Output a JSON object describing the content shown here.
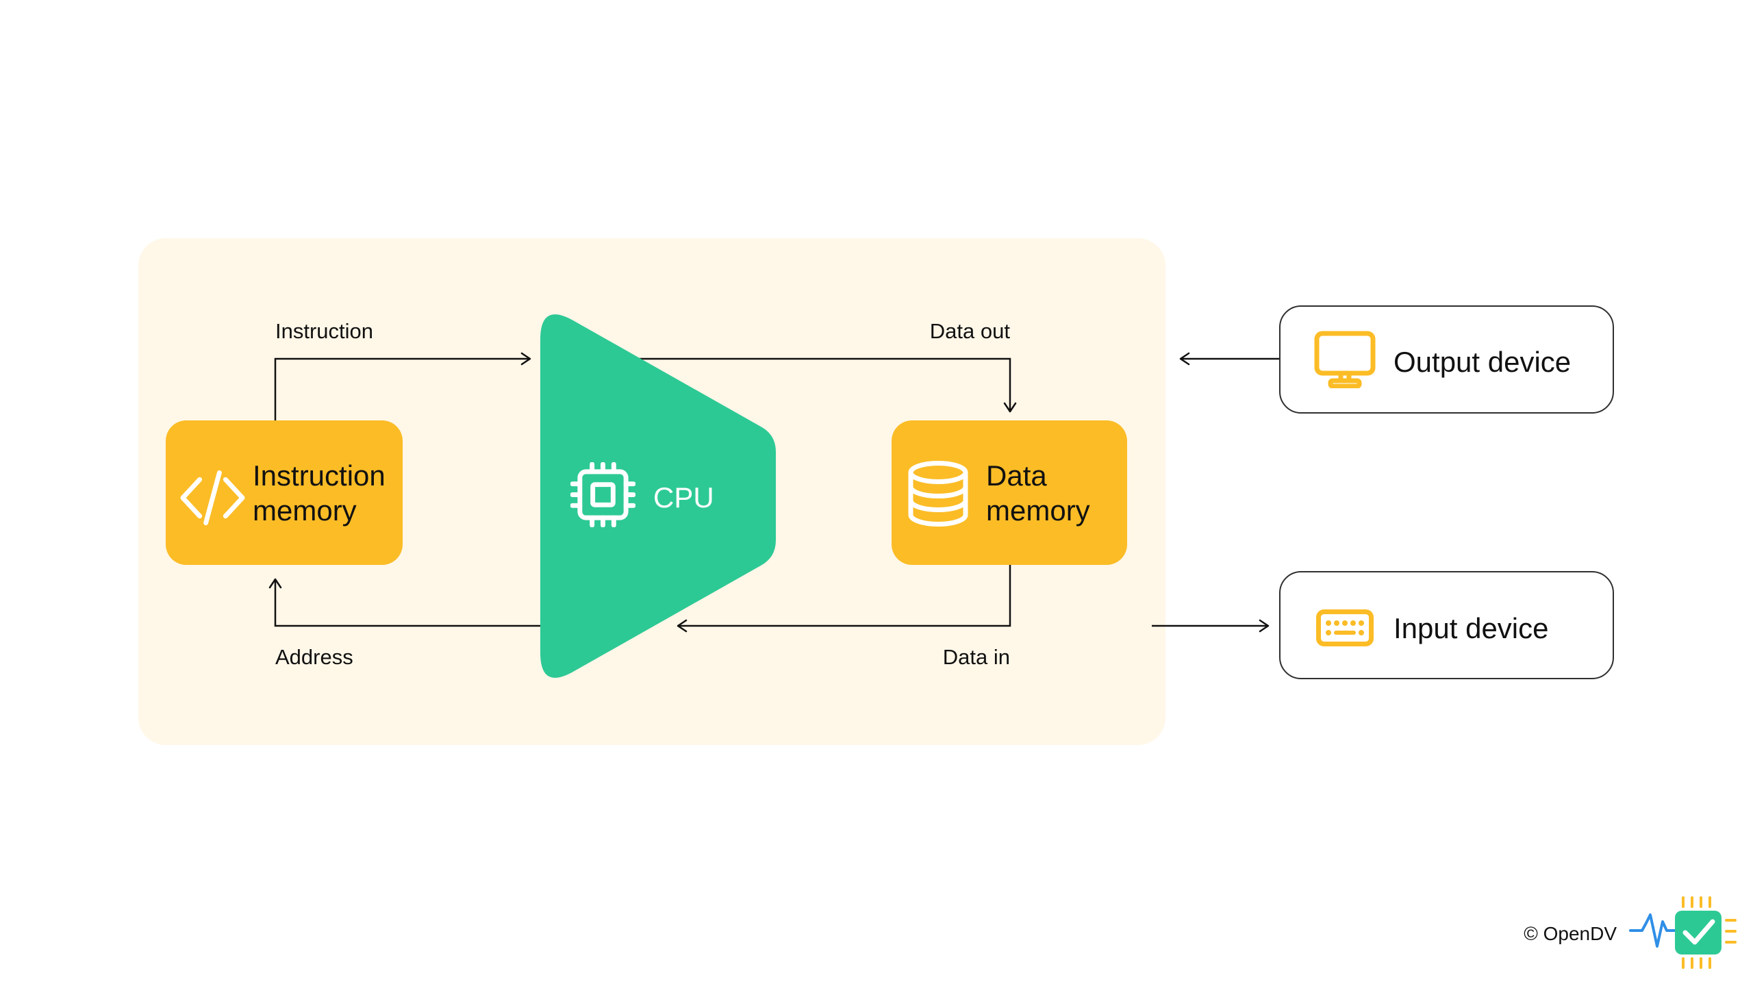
{
  "colors": {
    "page_background": "#FFFFFF",
    "system_background": "#FFF7E8",
    "memory_fill": "#FBBC26",
    "cpu_fill": "#2DC995",
    "device_border": "#2F2F2F",
    "device_icon": "#FBBC26",
    "connector": "#111111",
    "text": "#111111",
    "logo_pulse": "#2F8FE6",
    "logo_chip": "#2DC995",
    "logo_pins": "#FBBC26"
  },
  "nodes": {
    "instruction_memory": {
      "label": "Instruction memory",
      "icon": "code-icon"
    },
    "cpu": {
      "label": "CPU",
      "icon": "chip-icon"
    },
    "data_memory": {
      "label": "Data memory",
      "icon": "database-icon"
    },
    "output_device": {
      "label": "Output device",
      "icon": "monitor-icon"
    },
    "input_device": {
      "label": "Input device",
      "icon": "keyboard-icon"
    }
  },
  "edges": {
    "instruction": {
      "label": "Instruction"
    },
    "data_out": {
      "label": "Data out"
    },
    "address": {
      "label": "Address"
    },
    "data_in": {
      "label": "Data in"
    }
  },
  "footer": {
    "copyright": "© OpenDV",
    "logo_icon": "opendv-logo-icon"
  }
}
